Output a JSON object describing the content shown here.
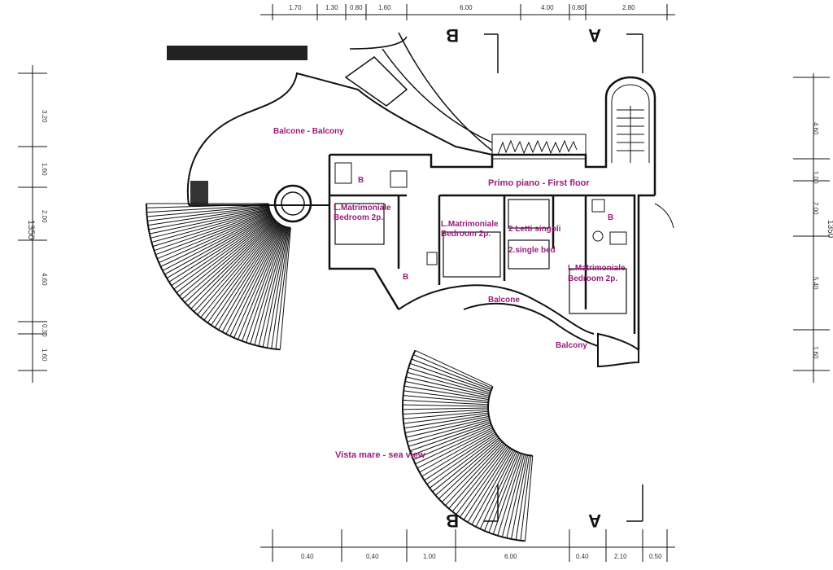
{
  "labels": {
    "balcony_top": "Balcone - Balcony",
    "floor_title": "Primo piano - First floor",
    "bedroom_left": [
      "L.Matrimoniale",
      "Bedroom 2p."
    ],
    "bedroom_center": [
      "L.Matrimoniale",
      "Bedroom 2p."
    ],
    "single_beds": [
      "2 Letti singoli",
      "2.single bed"
    ],
    "bedroom_right": [
      "L.Matrimoniale",
      "Bedroom 2p."
    ],
    "bath_top_left": "B",
    "bath_center": "B",
    "bath_right": "B",
    "balcone": "Balcone",
    "balcony": "Balcony",
    "sea_view": "Vista mare - sea view"
  },
  "sections": {
    "top_left": "B",
    "top_right": "A",
    "bottom_left": "B",
    "bottom_right": "A"
  },
  "dimensions": {
    "left_total": "1350",
    "left_segments": [
      "3.20",
      "1.60",
      "2.00",
      "4.60",
      "0.30",
      "1.60"
    ],
    "right_segments": [
      "4.60",
      "1.00",
      "2.00",
      "5.40",
      "1.60"
    ],
    "right_total": "1350",
    "top_segments": [
      "1.70",
      "1.30",
      "0.80",
      "1.60",
      "6.00",
      "4.00",
      "0.80",
      "2.80"
    ],
    "bottom_segments": [
      "0.40",
      "0.40",
      "1.00",
      "6.00",
      "0.40",
      "2.10",
      "0.50"
    ]
  },
  "colors": {
    "label": "#9b1c7c",
    "lines": "#111111"
  }
}
